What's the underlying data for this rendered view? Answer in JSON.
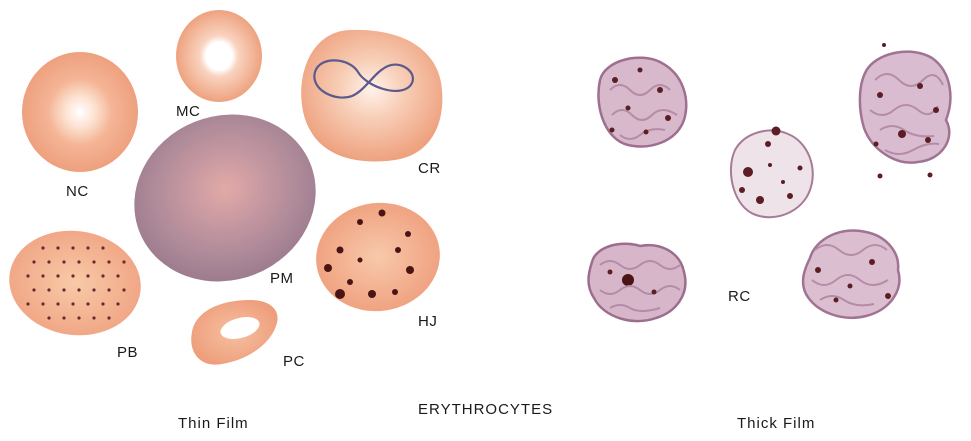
{
  "title": "ERYTHROCYTES",
  "captions": {
    "thin": "Thin Film",
    "thick": "Thick Film"
  },
  "labels": {
    "nc": "NC",
    "mc": "MC",
    "cr": "CR",
    "pm": "PM",
    "pb": "PB",
    "pc": "PC",
    "hj": "HJ",
    "rc": "RC"
  },
  "colors": {
    "cell": "#f2ac8c",
    "cell_light": "#f9d6c2",
    "pale_center": "#ffffff",
    "macrocyte": "#b08c98",
    "dots": "#5b1e24",
    "ring": "#5c5a86",
    "thick_film": "#b98ea9"
  }
}
